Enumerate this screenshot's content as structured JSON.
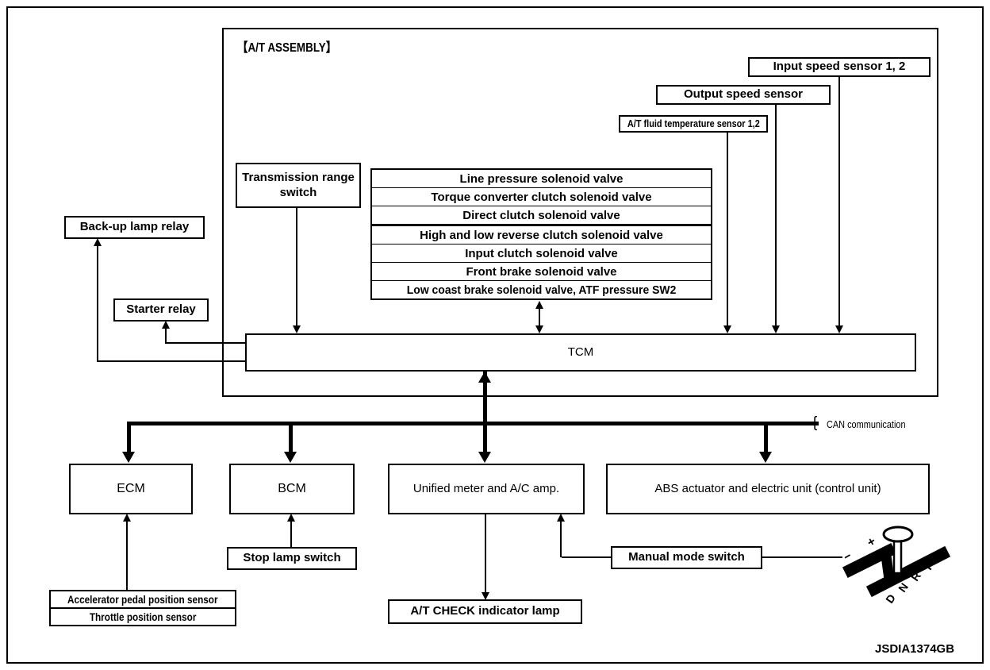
{
  "diagram": {
    "assembly_label": "【A/T ASSEMBLY】",
    "watermark": "JSDIA1374GB",
    "can_label": "CAN communication",
    "can_brace": "{",
    "boxes": {
      "input_speed_sensor": "Input speed sensor 1, 2",
      "output_speed_sensor": "Output speed sensor",
      "at_fluid_temp_sensor": "A/T fluid temperature sensor 1,2",
      "transmission_range_switch": "Transmission range switch",
      "backup_lamp_relay": "Back-up lamp relay",
      "starter_relay": "Starter relay",
      "tcm": "TCM",
      "ecm": "ECM",
      "bcm": "BCM",
      "unified_meter": "Unified meter and A/C amp.",
      "abs_unit": "ABS actuator and electric unit (control unit)",
      "stop_lamp_switch": "Stop lamp switch",
      "accelerator_pedal_sensor": "Accelerator pedal position sensor",
      "throttle_position_sensor": "Throttle position sensor",
      "at_check_lamp": "A/T CHECK indicator lamp",
      "manual_mode_switch": "Manual mode switch"
    },
    "solenoid_valves": [
      "Line pressure solenoid valve",
      "Torque converter clutch solenoid valve",
      "Direct clutch solenoid valve",
      "High and low reverse clutch solenoid valve",
      "Input clutch solenoid valve",
      "Front brake solenoid valve",
      "Low coast brake solenoid valve, ATF pressure SW2"
    ],
    "shifter": {
      "positions": [
        "P",
        "R",
        "N",
        "D"
      ],
      "plus": "+",
      "minus": "−"
    },
    "colors": {
      "line": "#000000",
      "background": "#ffffff"
    }
  }
}
